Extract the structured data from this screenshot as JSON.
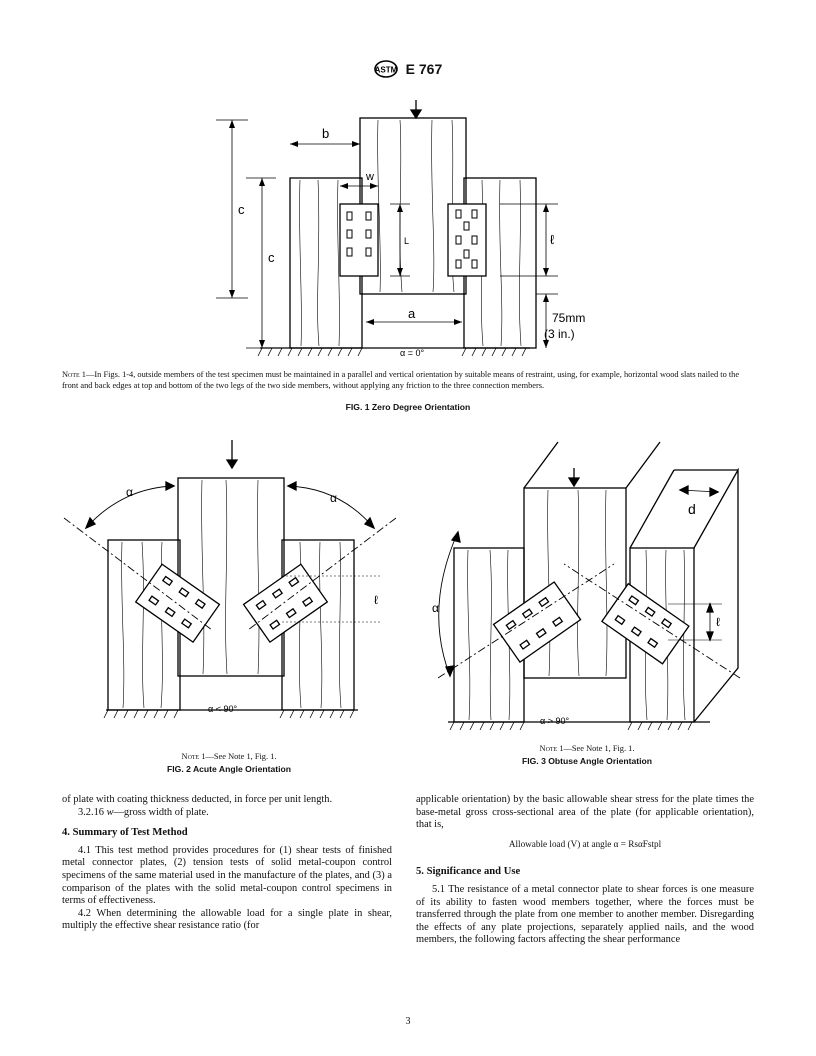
{
  "header": {
    "designation": "E 767"
  },
  "figure1": {
    "labels": {
      "b": "b",
      "w": "w",
      "c": "c",
      "L": "L",
      "l": "ℓ",
      "a": "a",
      "dim_mm": "75mm",
      "dim_in": "(3 in.)",
      "angle": "α = 0°"
    },
    "note_prefix": "Note 1",
    "note_text": "—In Figs. 1-4, outside members of the test specimen must be maintained in a parallel and vertical orientation by suitable means of restraint, using, for example, horizontal wood slats nailed to the front and back edges at top and bottom of the two legs of the two side members, without applying any friction to the three connection members.",
    "caption": "FIG. 1 Zero Degree Orientation"
  },
  "figure2": {
    "labels": {
      "alpha": "α",
      "l": "ℓ",
      "angle": "α < 90°"
    },
    "note_prefix": "Note 1",
    "note_text": "—See Note 1, Fig. 1.",
    "caption": "FIG. 2 Acute Angle Orientation"
  },
  "figure3": {
    "labels": {
      "alpha": "α",
      "d": "d",
      "l": "ℓ",
      "angle": "α > 90°"
    },
    "note_prefix": "Note 1",
    "note_text": "—See Note 1, Fig. 1.",
    "caption": "FIG. 3 Obtuse Angle Orientation"
  },
  "left_column": {
    "p1": "of plate with coating thickness deducted, in force per unit length.",
    "p2_num": "3.2.16",
    "p2_term": "w",
    "p2_text": "—gross width of plate.",
    "h4": "4. Summary of Test Method",
    "p41": "4.1 This test method provides procedures for (1) shear tests of finished metal connector plates, (2) tension tests of solid metal-coupon control specimens of the same material used in the manufacture of the plates, and (3) a comparison of the plates with the solid metal-coupon control specimens in terms of effectiveness.",
    "p42": "4.2 When determining the allowable load for a single plate in shear, multiply the effective shear resistance ratio (for"
  },
  "right_column": {
    "p1": "applicable orientation) by the basic allowable shear stress for the plate times the base-metal gross cross-sectional area of the plate (for applicable orientation), that is,",
    "formula": "Allowable load (V) at angle α = RsαFstpl",
    "h5": "5. Significance and Use",
    "p51": "5.1 The resistance of a metal connector plate to shear forces is one measure of its ability to fasten wood members together, where the forces must be transferred through the plate from one member to another member. Disregarding the effects of any plate projections, separately applied nails, and the wood members, the following factors affecting the shear performance"
  },
  "page_number": "3"
}
